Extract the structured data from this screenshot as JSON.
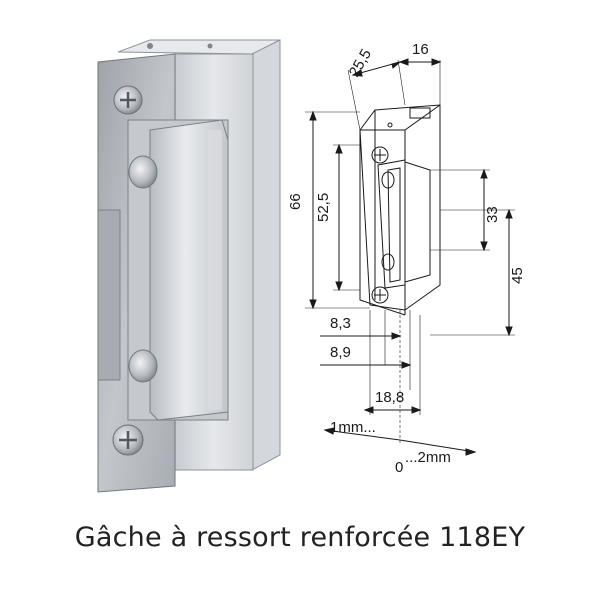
{
  "caption": "Gâche à ressort renforcée 118EY",
  "dimensions": {
    "depth": "25,5",
    "width": "16",
    "height_total": "66",
    "height_inner": "52,5",
    "latch_33": "33",
    "latch_45": "45",
    "offset_83": "8,3",
    "offset_89": "8,9",
    "width_188": "18,8",
    "adjust_left": "1mm...",
    "adjust_right": "...2mm",
    "adjust_zero": "0"
  },
  "colors": {
    "metal_light": "#e2e4e7",
    "metal_mid": "#c9ccd0",
    "metal_dark": "#9aa0a6",
    "galvanized": "#b9bdc2",
    "line": "#1a1a1a"
  }
}
